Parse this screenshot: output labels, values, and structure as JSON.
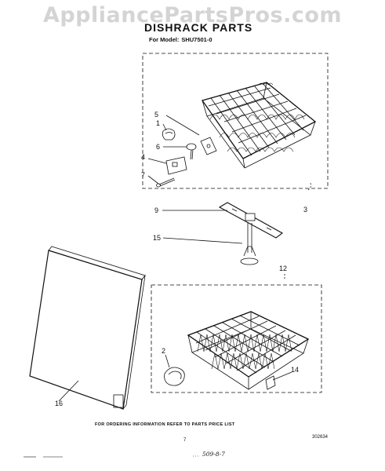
{
  "watermark": "AppliancePartsPros.com",
  "title": "DISHRACK PARTS",
  "model_label": "For Model:",
  "model_value": "SHU7501-0",
  "callouts": {
    "c1": "1",
    "c2": "2",
    "c3": "3",
    "c4": "4",
    "c5": "5",
    "c6": "6",
    "c7": "7",
    "c9": "9",
    "c12": "12",
    "c14": "14",
    "c15": "15",
    "c16": "16"
  },
  "footer_note": "FOR ORDERING INFORMATION REFER TO PARTS PRICE LIST",
  "page_number": "7",
  "doc_number": "302634",
  "handwritten_note": "509-8-7",
  "colors": {
    "ink": "#111111",
    "watermark": "#d4d4d4",
    "background": "#ffffff"
  }
}
